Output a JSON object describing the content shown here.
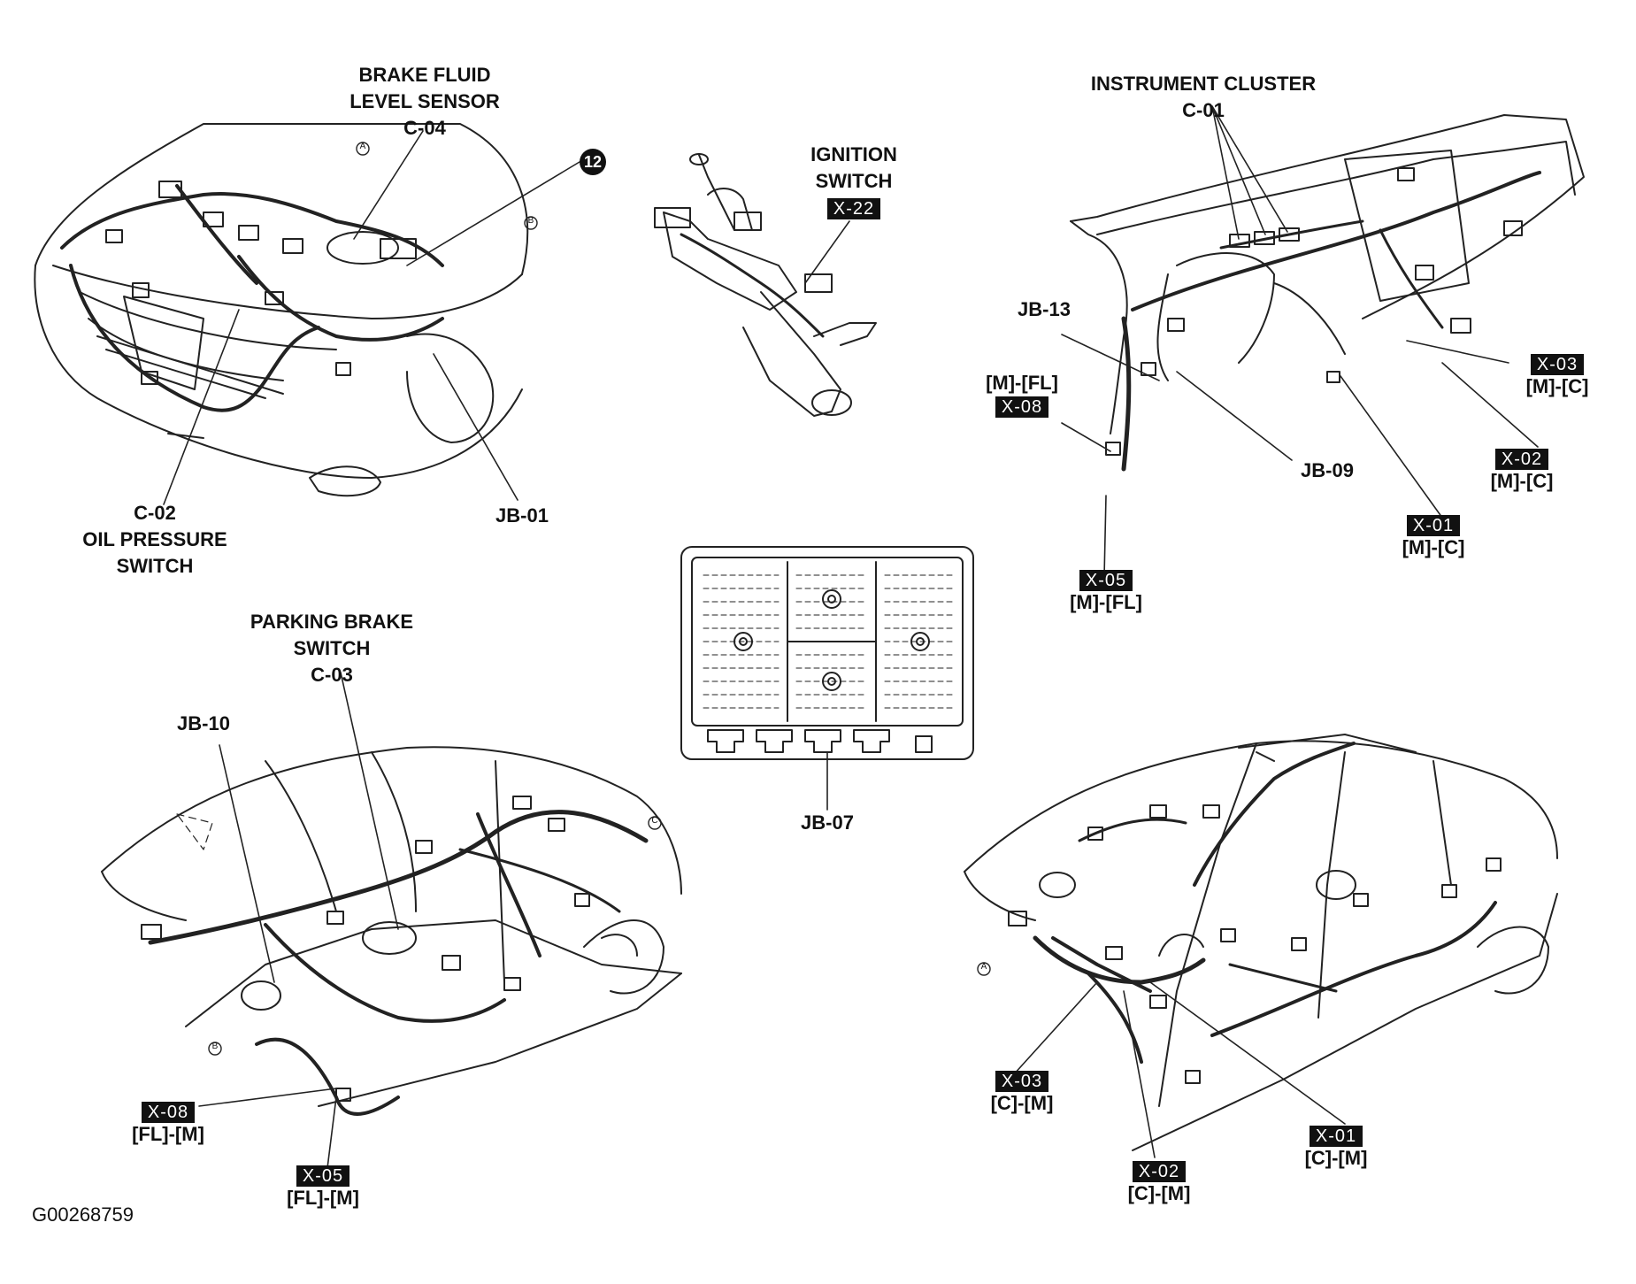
{
  "labels": {
    "brake_fluid": [
      "BRAKE FLUID",
      "LEVEL SENSOR",
      "C-04"
    ],
    "oil_pressure": [
      "C-02",
      "OIL PRESSURE",
      "SWITCH"
    ],
    "jb01": "JB-01",
    "circle12": "12",
    "ignition": [
      "IGNITION",
      "SWITCH"
    ],
    "x22": "X-22",
    "instrument_cluster": [
      "INSTRUMENT CLUSTER",
      "C-01"
    ],
    "jb13": "JB-13",
    "jb09": "JB-09",
    "parking_brake": [
      "PARKING BRAKE",
      "SWITCH",
      "C-03"
    ],
    "jb10": "JB-10",
    "jb07": "JB-07",
    "figure_id": "G00268759"
  },
  "connectors_top_right": [
    {
      "badge": "X-08",
      "sub": "[M]-[FL]"
    },
    {
      "badge": "X-05",
      "sub": "[M]-[FL]"
    },
    {
      "badge": "X-03",
      "sub": "[M]-[C]"
    },
    {
      "badge": "X-02",
      "sub": "[M]-[C]"
    },
    {
      "badge": "X-01",
      "sub": "[M]-[C]"
    }
  ],
  "connectors_bottom_left": [
    {
      "badge": "X-08",
      "sub": "[FL]-[M]"
    },
    {
      "badge": "X-05",
      "sub": "[FL]-[M]"
    }
  ],
  "connectors_bottom_right": [
    {
      "badge": "X-03",
      "sub": "[C]-[M]"
    },
    {
      "badge": "X-02",
      "sub": "[C]-[M]"
    },
    {
      "badge": "X-01",
      "sub": "[C]-[M]"
    }
  ],
  "ref_marks": [
    "A",
    "B",
    "C"
  ]
}
